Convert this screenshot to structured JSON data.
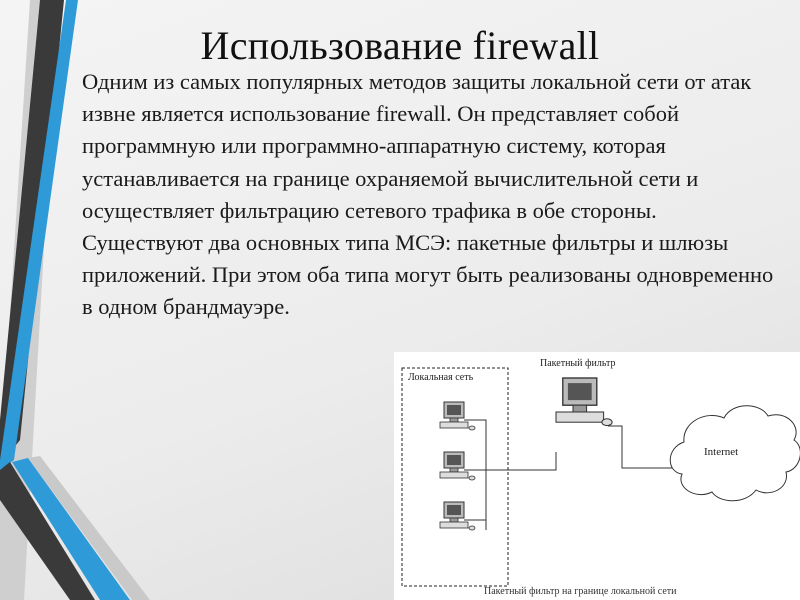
{
  "slide": {
    "title": "Использование firewall",
    "paragraph1": "Одним из самых популярных методов защиты локальной сети от атак извне является использование firewall. Он представляет собой программную или программно-аппаратную систему, которая устанавливается на границе охраняемой вычислительной сети и осуществляет фильтрацию сетевого трафика в обе стороны.",
    "paragraph2": "Существуют два основных типа МСЭ: пакетные фильтры и шлюзы приложений. При этом оба типа могут быть реализованы одновременно в одном брандмауэре."
  },
  "diagram": {
    "local_network_label": "Локальная сеть",
    "packet_filter_label": "Пакетный фильтр",
    "internet_label": "Internet",
    "caption": "Пакетный фильтр на границе локальной сети"
  },
  "colors": {
    "stripe_dark": "#3a3a3a",
    "stripe_blue": "#2e9ad8",
    "stripe_gray": "#c9c9c9"
  }
}
